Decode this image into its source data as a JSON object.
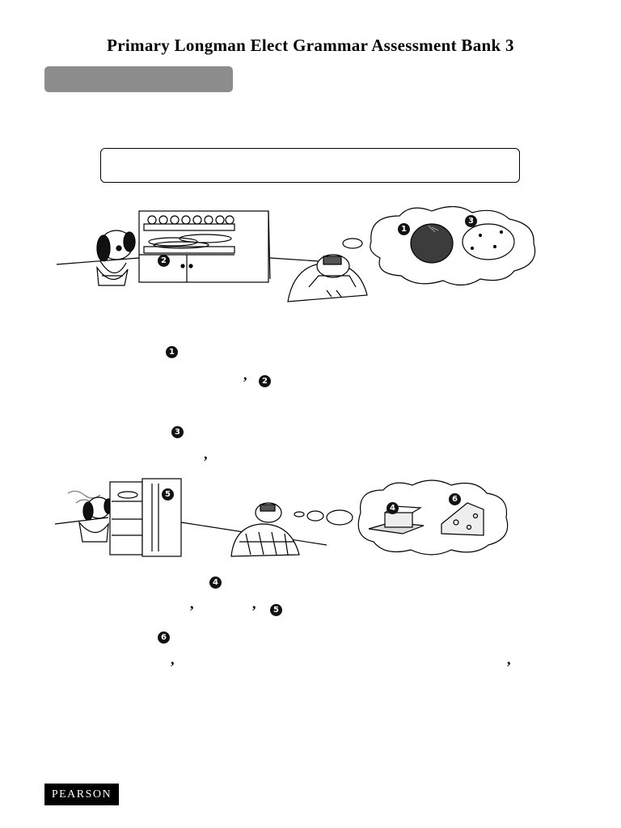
{
  "header": {
    "title": "Primary Longman Elect Grammar Assessment Bank 3"
  },
  "markers": {
    "m1": "1",
    "m2": "2",
    "m3": "3",
    "m4": "4",
    "m5": "5",
    "m6": "6"
  },
  "punctuation": {
    "comma": ","
  },
  "footer": {
    "brand": "PEARSON"
  }
}
